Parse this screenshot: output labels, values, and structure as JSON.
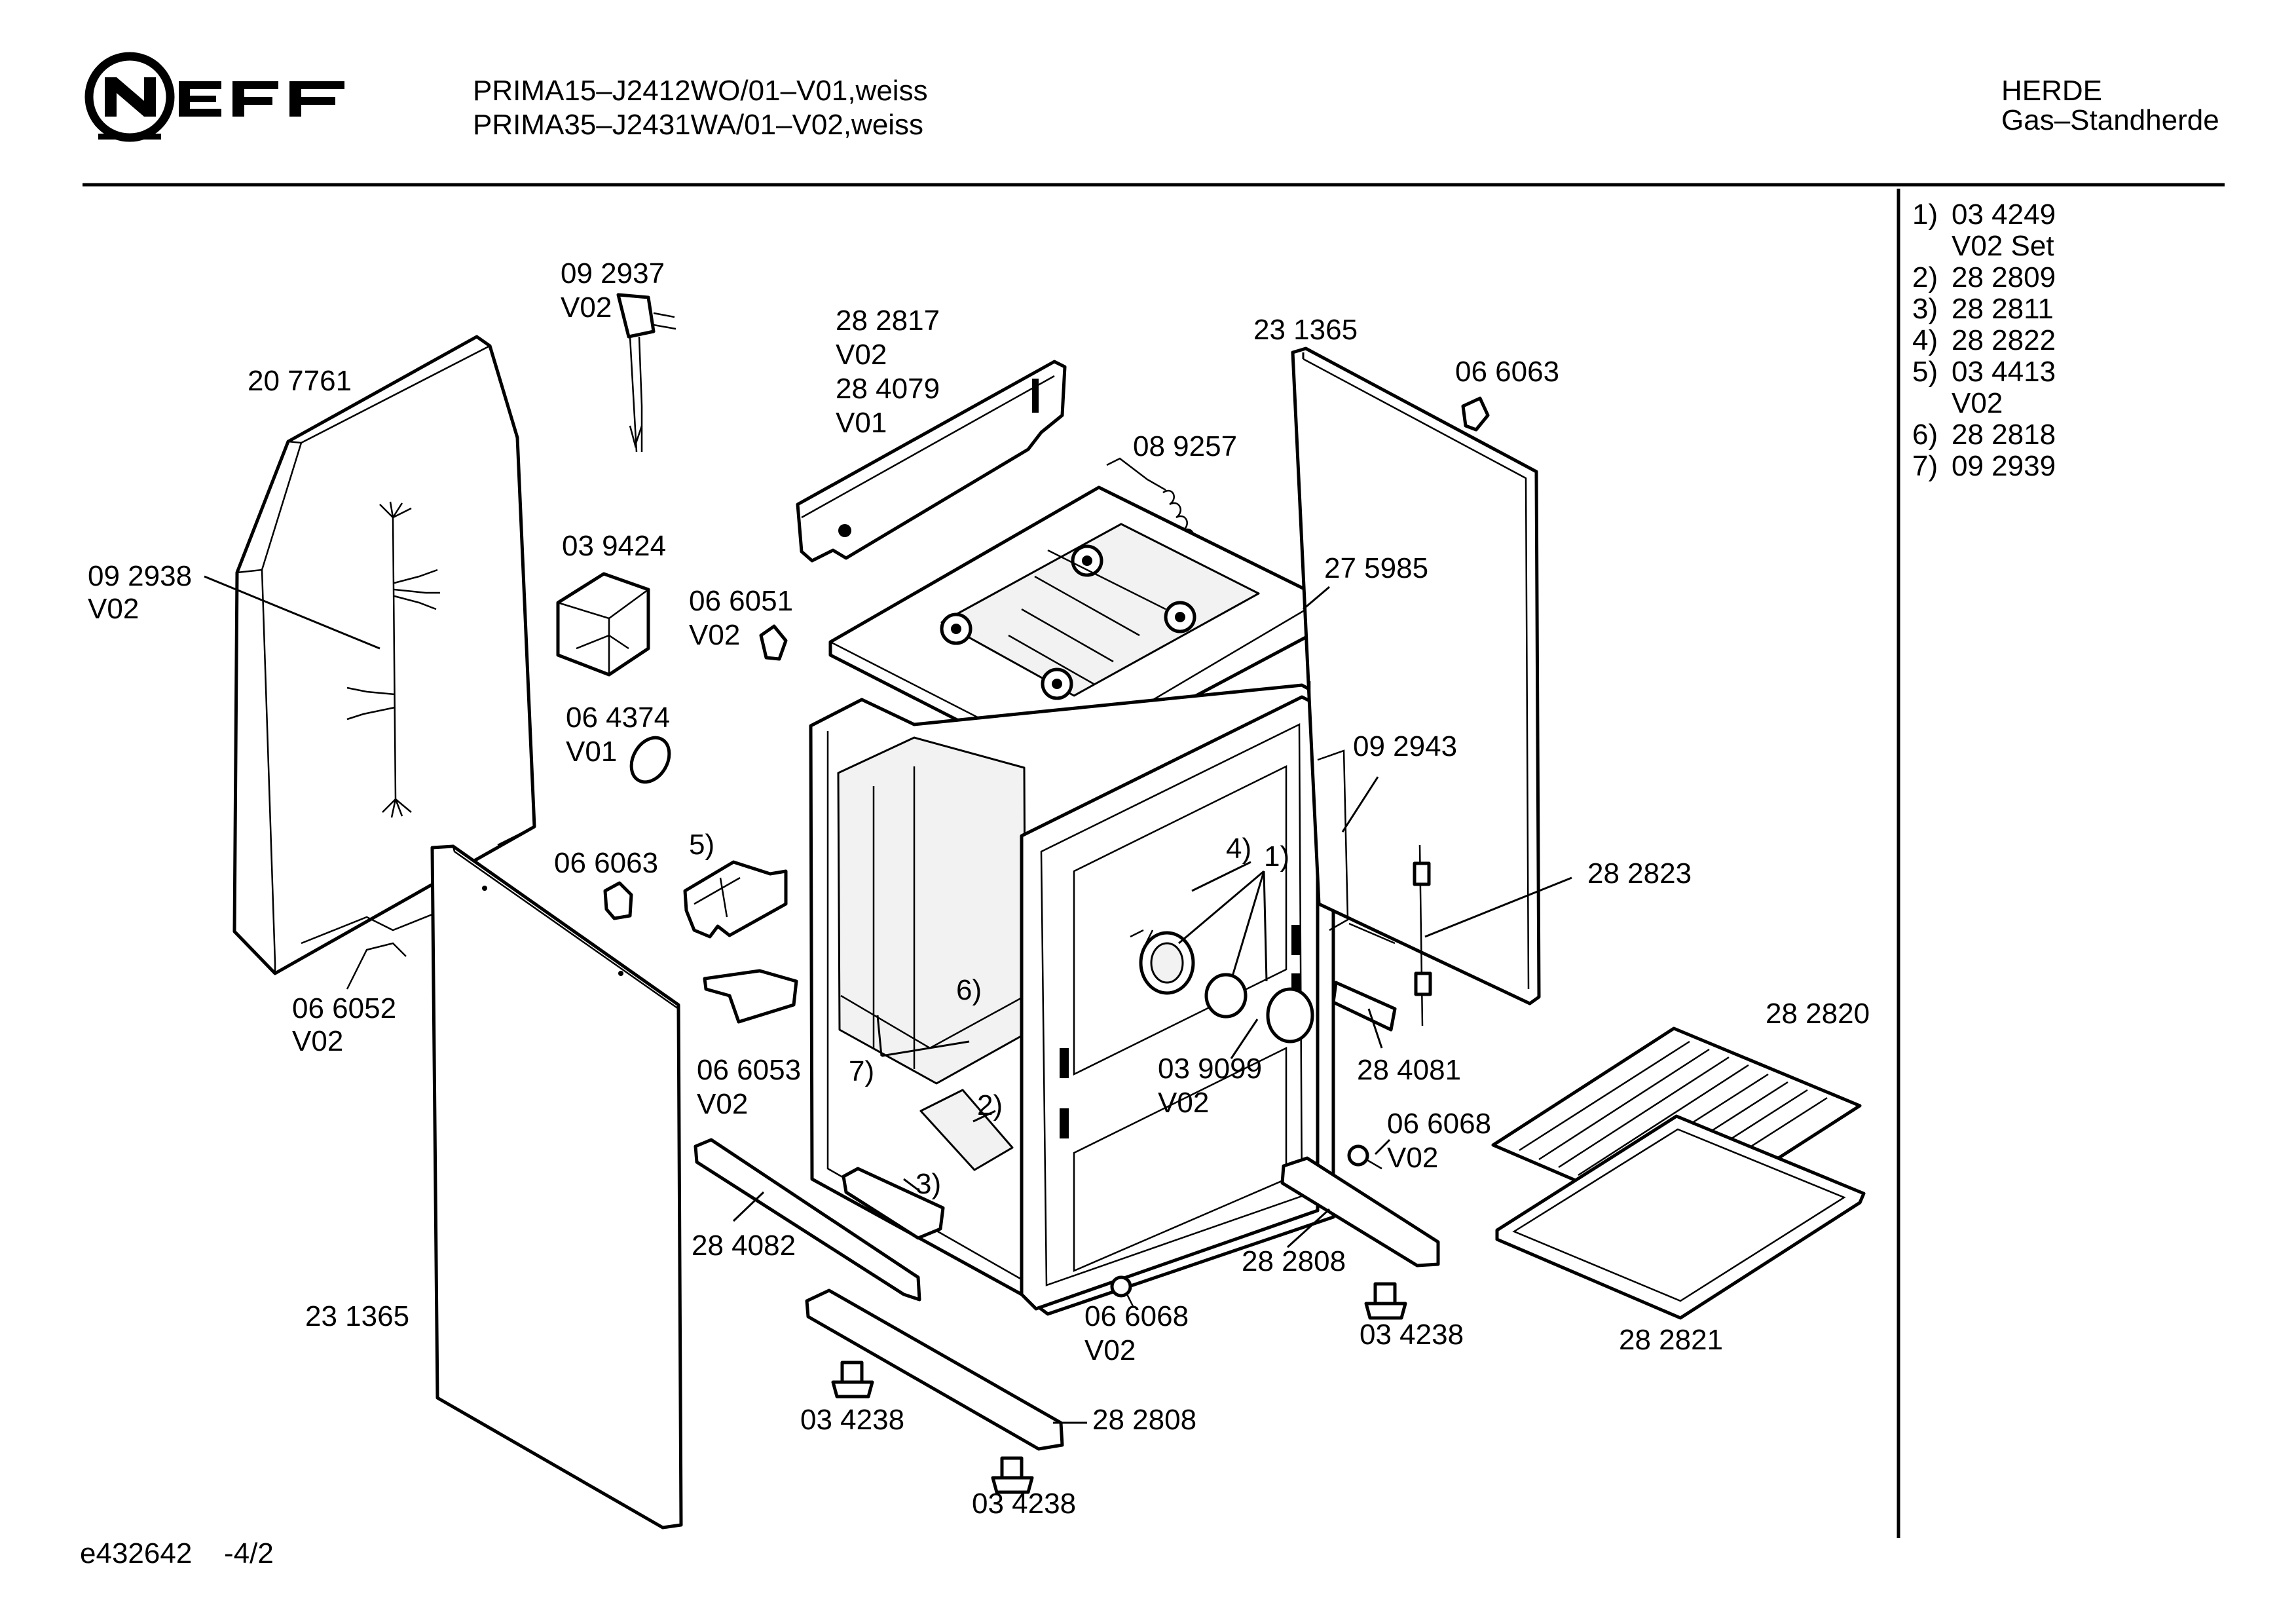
{
  "header": {
    "brand": "NEFF",
    "model_lines": [
      "PRIMA15–J2412WO/01–V01,weiss",
      "PRIMA35–J2431WA/01–V02,weiss"
    ],
    "category_lines": [
      "HERDE",
      "Gas–Standherde"
    ]
  },
  "legend": [
    {
      "ref": "1)",
      "lines": [
        "03 4249",
        "V02 Set"
      ]
    },
    {
      "ref": "2)",
      "lines": [
        "28 2809"
      ]
    },
    {
      "ref": "3)",
      "lines": [
        "28 2811"
      ]
    },
    {
      "ref": "4)",
      "lines": [
        "28 2822"
      ]
    },
    {
      "ref": "5)",
      "lines": [
        "03 4413",
        "V02"
      ]
    },
    {
      "ref": "6)",
      "lines": [
        "28 2818"
      ]
    },
    {
      "ref": "7)",
      "lines": [
        "09 2939"
      ]
    }
  ],
  "labels": {
    "p092937": [
      "09 2937",
      "V02"
    ],
    "p207761": [
      "20 7761"
    ],
    "p282817": [
      "28 2817",
      "V02",
      "28 4079",
      "V01"
    ],
    "p089257": [
      "08 9257"
    ],
    "p231365_top": [
      "23 1365"
    ],
    "p066063_top": [
      "06 6063"
    ],
    "p092938": [
      "09 2938",
      "V02"
    ],
    "p039424": [
      "03 9424"
    ],
    "p066051": [
      "06 6051",
      "V02"
    ],
    "p275985": [
      "27 5985"
    ],
    "p064374": [
      "06 4374",
      "V01"
    ],
    "p092943": [
      "09 2943"
    ],
    "p066063_mid": [
      "06 6063"
    ],
    "ref5": [
      "5)"
    ],
    "ref4": [
      "4)"
    ],
    "ref1": [
      "1)"
    ],
    "p282823": [
      "28 2823"
    ],
    "ref6": [
      "6)"
    ],
    "p066052": [
      "06 6052",
      "V02"
    ],
    "p282820": [
      "28 2820"
    ],
    "p066053": [
      "06 6053",
      "V02"
    ],
    "ref7": [
      "7)"
    ],
    "p039099": [
      "03 9099",
      "V02"
    ],
    "p284081": [
      "28 4081"
    ],
    "ref2": [
      "2)"
    ],
    "p066068_right": [
      "06 6068",
      "V02"
    ],
    "ref3": [
      "3)"
    ],
    "p284082": [
      "28 4082"
    ],
    "p282808_mid": [
      "28 2808"
    ],
    "p231365_left": [
      "23 1365"
    ],
    "p066068_bottom": [
      "06 6068",
      "V02"
    ],
    "p034238_right": [
      "03 4238"
    ],
    "p282821": [
      "28 2821"
    ],
    "p034238_left": [
      "03 4238"
    ],
    "p282808_bottom": [
      "28 2808"
    ],
    "p034238_bottom": [
      "03 4238"
    ]
  },
  "footer": {
    "doc_id": "e432642",
    "page": "-4/2"
  }
}
